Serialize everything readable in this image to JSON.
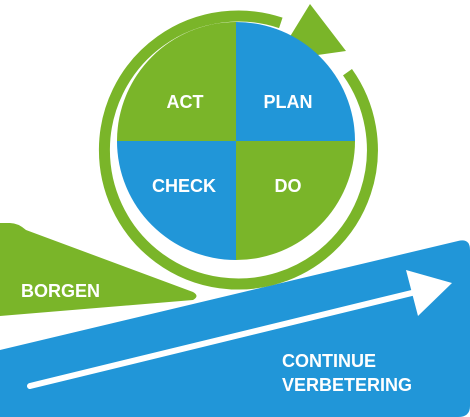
{
  "colors": {
    "green": "#7ab529",
    "blue": "#2196d8",
    "white": "#ffffff"
  },
  "cycle": {
    "act": "ACT",
    "plan": "PLAN",
    "check": "CHECK",
    "do": "DO"
  },
  "borgen": {
    "label": "BORGEN"
  },
  "ramp": {
    "line1": "CONTINUE",
    "line2": "VERBETERING"
  }
}
